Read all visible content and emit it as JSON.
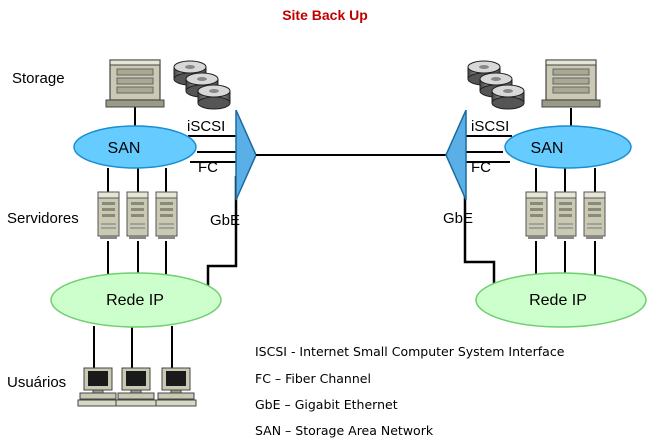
{
  "title": "Site Back Up",
  "left": {
    "storage_label": "Storage",
    "servers_label": "Servidores",
    "users_label": "Usuários",
    "san_label": "SAN",
    "ip_label": "Rede IP",
    "iscsi_label": "iSCSI",
    "fc_label": "FC",
    "gbe_label": "GbE"
  },
  "right": {
    "san_label": "SAN",
    "ip_label": "Rede IP",
    "iscsi_label": "iSCSI",
    "fc_label": "FC",
    "gbe_label": "GbE"
  },
  "legend": [
    "ISCSI - Internet Small Computer System Interface",
    "FC – Fiber Channel",
    "GbE – Gigabit Ethernet",
    "SAN – Storage Area Network"
  ],
  "colors": {
    "title": "#c00000",
    "san_fill": "#66ccff",
    "ip_fill": "#ccffcc",
    "gateway_fill": "#5ab0e6",
    "device_fill": "#c9c9b4"
  }
}
